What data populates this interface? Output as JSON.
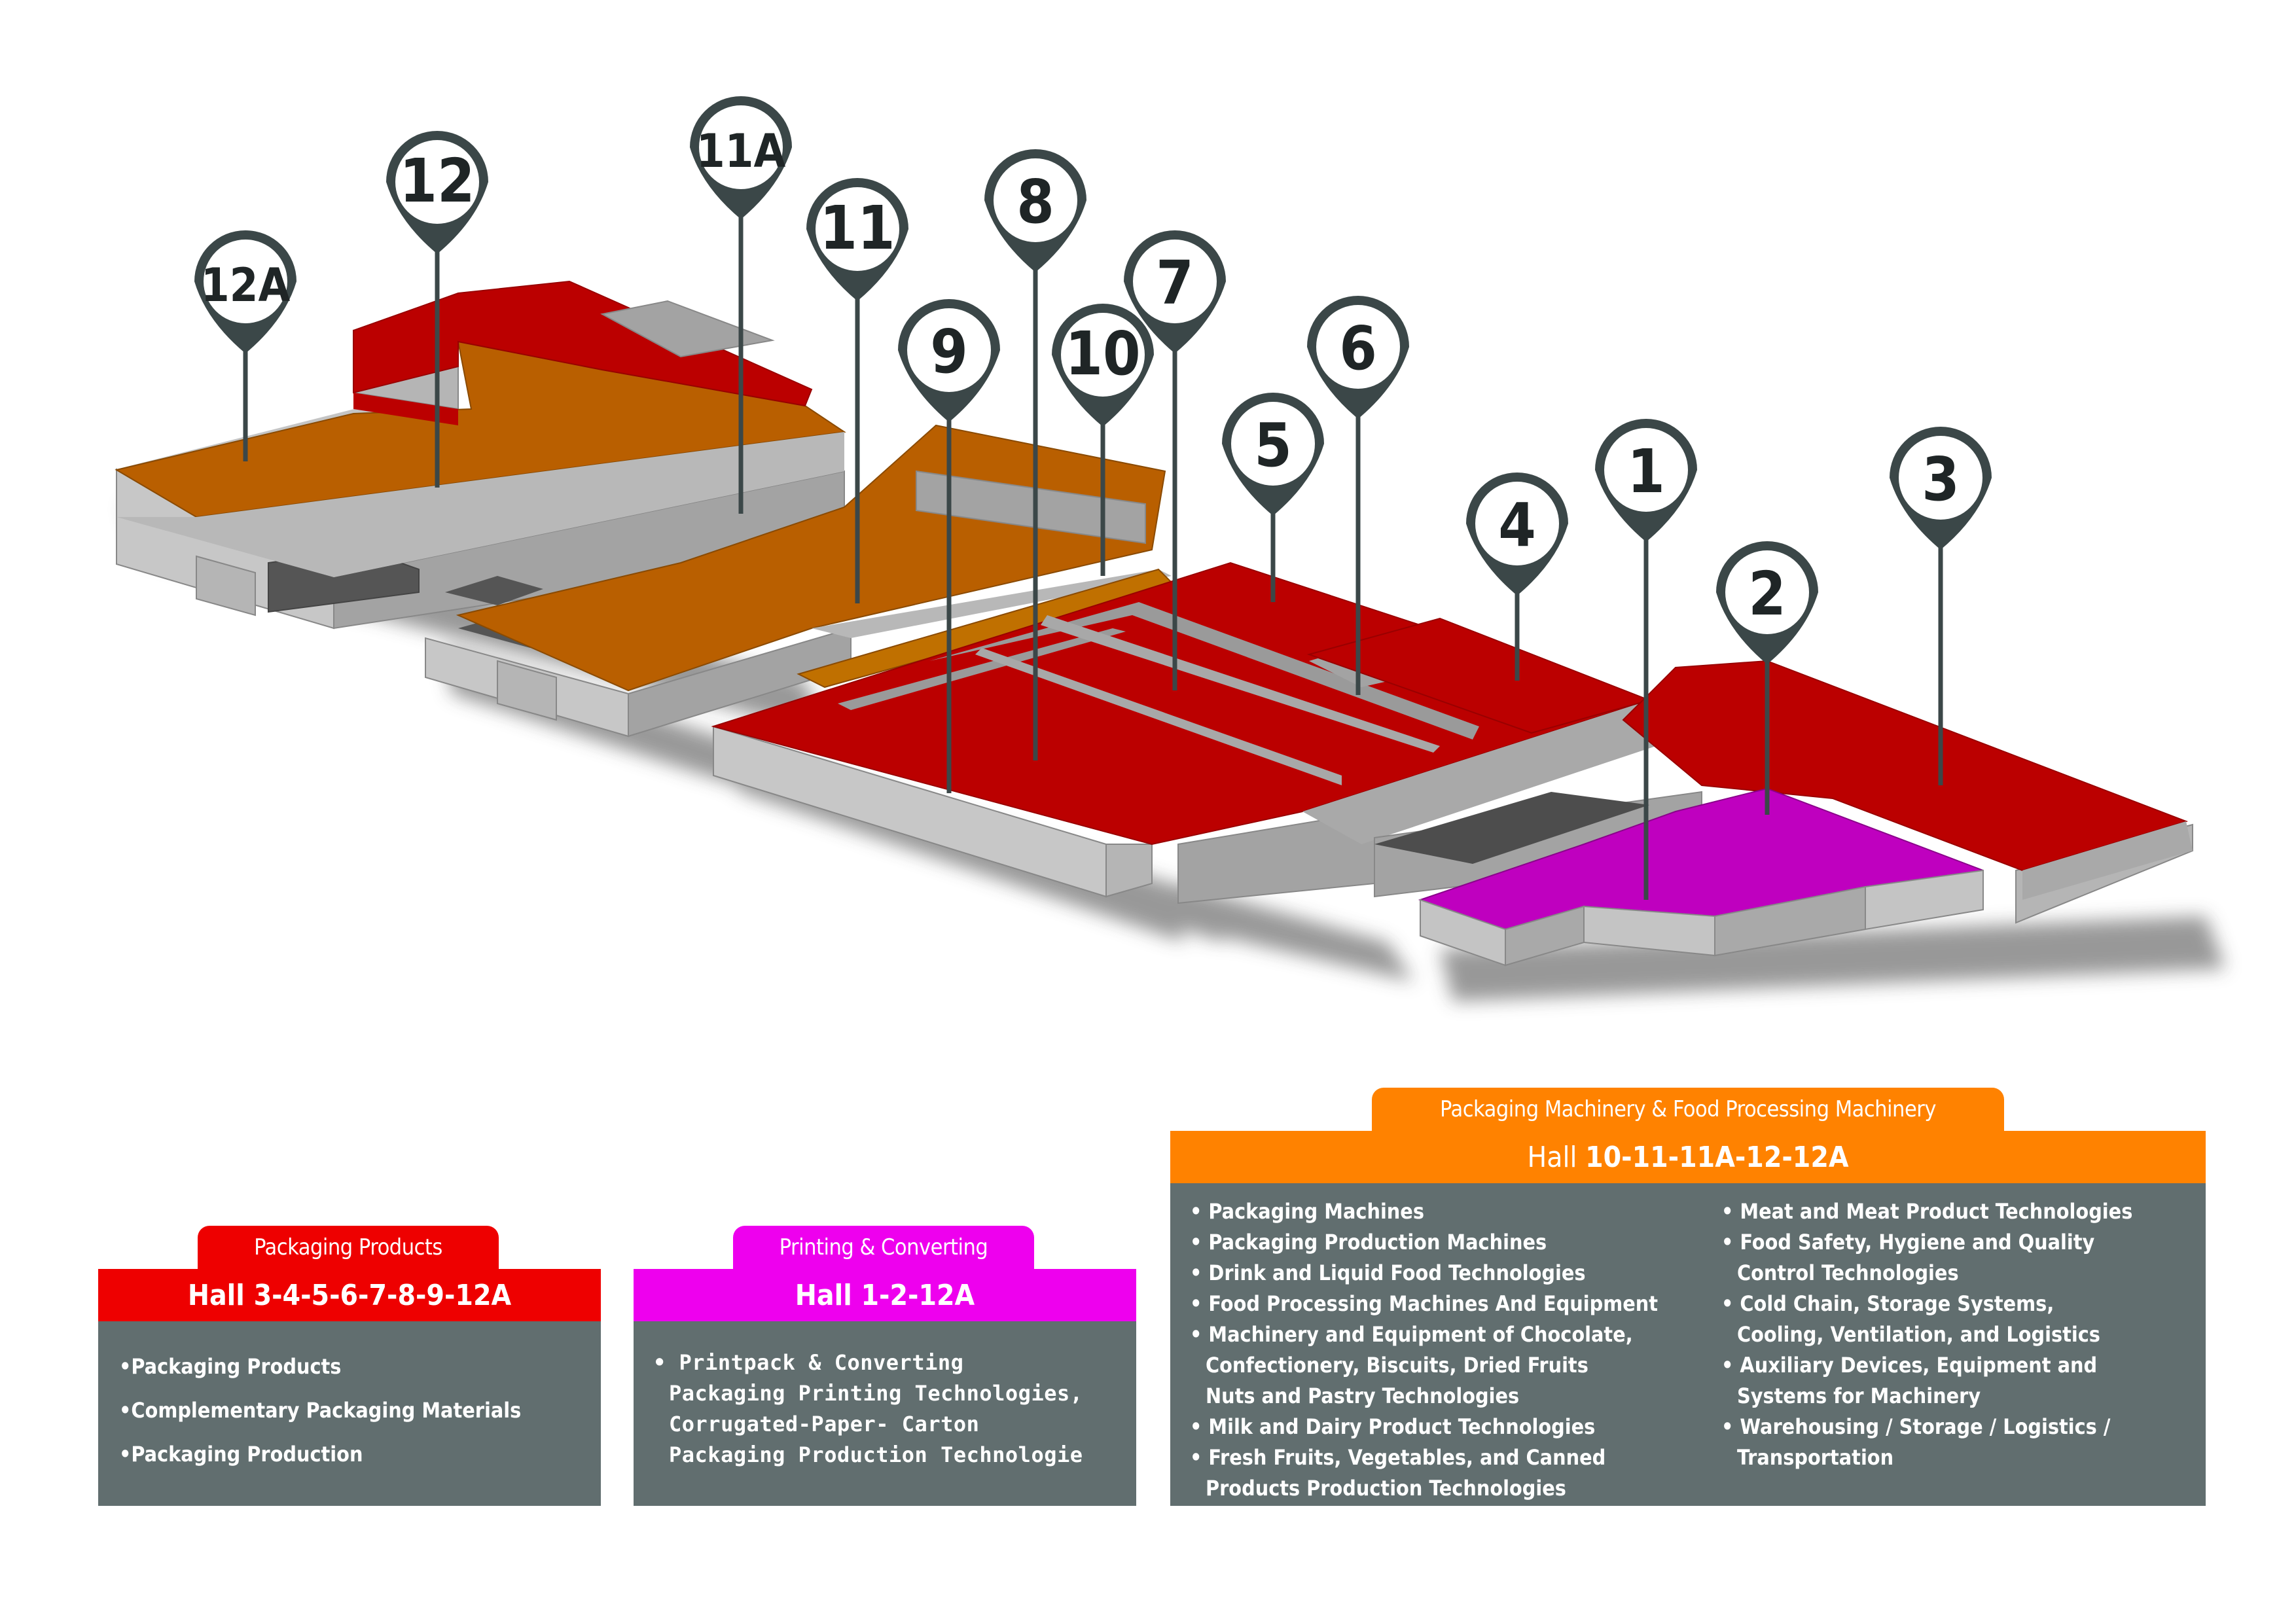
{
  "halls": [
    "1",
    "2",
    "3",
    "4",
    "5",
    "6",
    "7",
    "8",
    "9",
    "10",
    "11",
    "11A",
    "12",
    "12A"
  ],
  "colors": {
    "packaging_products": "#bb0000",
    "printing_converting": "#bf00bf",
    "machinery": "#b95f00",
    "wall": "#a9a9a9",
    "pin": "#3b4748"
  },
  "legend": {
    "machinery": {
      "category": "Packaging Machinery & Food Processing Machinery",
      "hall_prefix": "Hall ",
      "hall_numbers": "10-11-11A-12-12A",
      "color": "#ff8200",
      "items_left": [
        "Packaging Machines",
        "Packaging Production Machines",
        "Drink and Liquid Food Technologies",
        "Food Processing Machines And Equipment",
        "Machinery and Equipment of Chocolate,\nConfectionery, Biscuits,  Dried Fruits\nNuts and Pastry Technologies",
        "Milk and Dairy Product Technologies",
        "Fresh Fruits, Vegetables, and Canned\nProducts Production Technologies"
      ],
      "items_right": [
        "Meat and Meat Product Technologies",
        "Food Safety, Hygiene and Quality\nControl Technologies",
        "Cold Chain, Storage Systems,\nCooling, Ventilation, and Logistics",
        "Auxiliary Devices, Equipment and\nSystems for Machinery",
        "Warehousing / Storage / Logistics /\nTransportation"
      ]
    },
    "packaging": {
      "category": "Packaging Products",
      "hall": "Hall 3-4-5-6-7-8-9-12A",
      "color": "#ee0000",
      "items": [
        "Packaging Products",
        "Complementary Packaging Materials",
        "Packaging Production"
      ]
    },
    "printing": {
      "category": "Printing & Converting",
      "hall": "Hall 1-2-12A",
      "color": "#ee00ee",
      "items": [
        "Printpack & Converting\nPackaging Printing Technologies,\nCorrugated-Paper- Carton\nPackaging Production Technologie"
      ]
    }
  }
}
